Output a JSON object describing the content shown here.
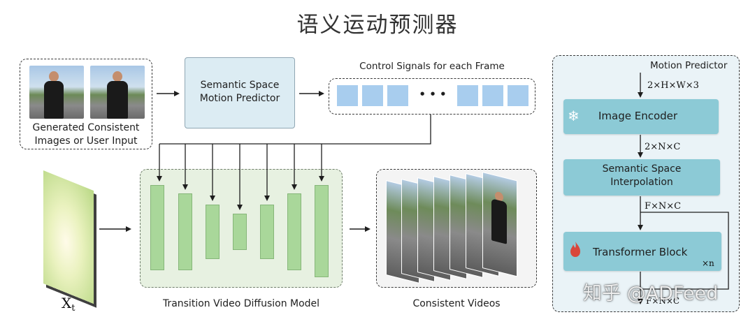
{
  "title": "语义运动预测器",
  "input_box": {
    "label_line1": "Generated Consistent",
    "label_line2": "Images or User Input"
  },
  "motion_predictor_small": {
    "line1": "Semantic Space",
    "line2": "Motion Predictor"
  },
  "control_signals": {
    "label": "Control Signals for each Frame",
    "ellipsis": "• • •"
  },
  "xt": {
    "main": "X",
    "sub": "t"
  },
  "diffusion": {
    "label": "Transition Video Diffusion Model"
  },
  "videos": {
    "label": "Consistent Videos"
  },
  "motion_predictor_panel": {
    "title": "Motion Predictor",
    "dim1": "2×H×W×3",
    "image_encoder": "Image Encoder",
    "dim2": "2×N×C",
    "interp_line1": "Semantic Space",
    "interp_line2": "Interpolation",
    "dim3": "F×N×C",
    "transformer": "Transformer Block",
    "times_n": "×n",
    "dim4": "F×N×C"
  },
  "watermark": "知乎 @ADFeed",
  "icons": {
    "encoder": "snowflake-icon",
    "transformer": "flame-icon"
  },
  "colors": {
    "teal_block": "#8ccad6",
    "light_blue": "#dcecf3",
    "unet_green": "#a9d79a",
    "panel_bg": "#eaf3f7",
    "cell_blue": "#a8cdee"
  }
}
